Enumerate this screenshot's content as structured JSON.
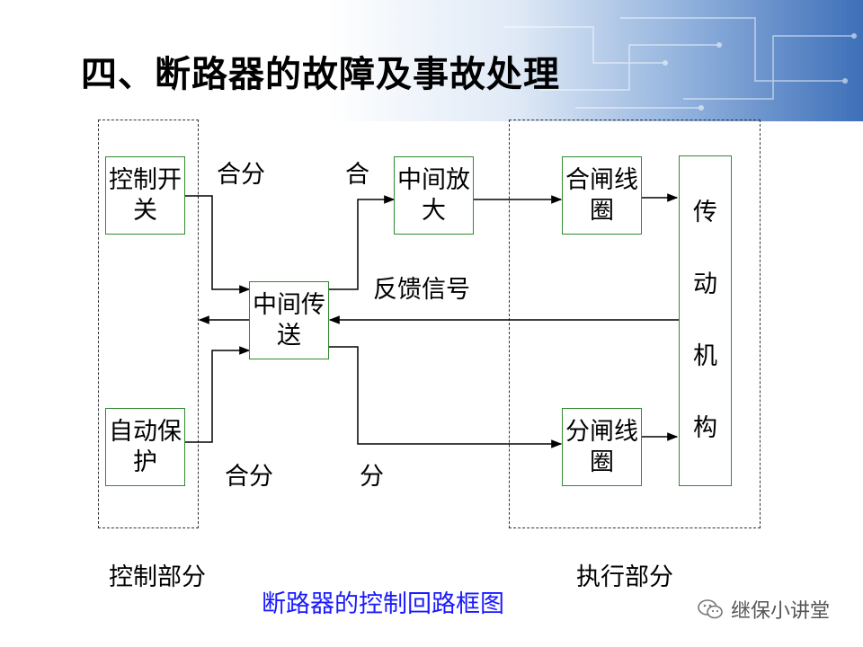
{
  "slide": {
    "title": "四、断路器的故障及事故处理"
  },
  "diagram": {
    "blocks": {
      "control_switch": "控制开关",
      "auto_protect": "自动保护",
      "relay": "中间传送",
      "amplifier": "中间放大",
      "close_coil": "合闸线圈",
      "trip_coil": "分闸线圈",
      "mechanism": "传动机构"
    },
    "labels": {
      "close_open_top": "合分",
      "close": "合",
      "feedback": "反馈信号",
      "close_open_bottom": "合分",
      "open": "分"
    },
    "regions": {
      "control": "控制部分",
      "execute": "执行部分"
    },
    "caption": "断路器的控制回路框图",
    "colors": {
      "block_border": "#2e8b2e",
      "caption": "#1a1aff",
      "lines": "#000000"
    }
  },
  "watermark": {
    "text": "继保小讲堂",
    "icon": "wechat-icon"
  }
}
